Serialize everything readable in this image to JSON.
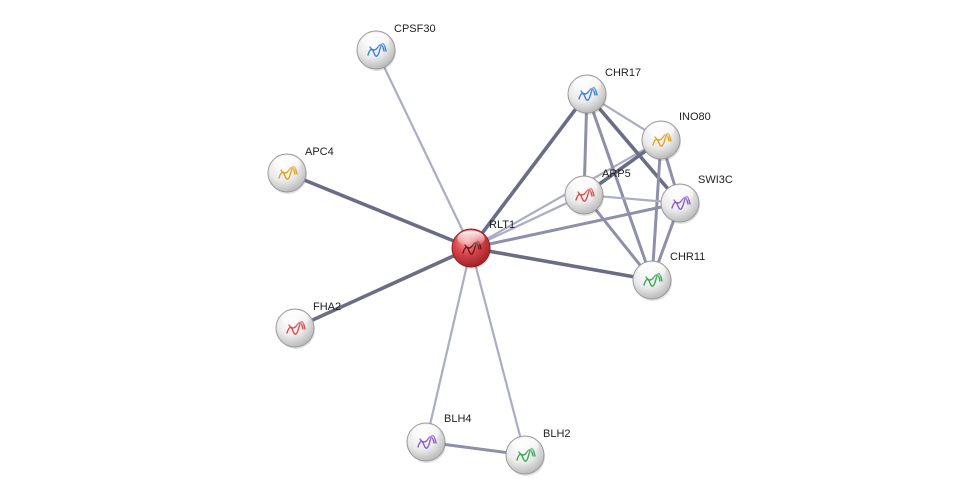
{
  "diagram": {
    "type": "protein-interaction-network",
    "nodes": [
      {
        "id": "RLT1",
        "label": "RLT1",
        "role": "query",
        "color": "#d9444a"
      },
      {
        "id": "CPSF30",
        "label": "CPSF30",
        "role": "partner",
        "color": "#f0f0f0"
      },
      {
        "id": "APC4",
        "label": "APC4",
        "role": "partner",
        "color": "#f0f0f0"
      },
      {
        "id": "FHA2",
        "label": "FHA2",
        "role": "partner",
        "color": "#f0f0f0"
      },
      {
        "id": "BLH4",
        "label": "BLH4",
        "role": "partner",
        "color": "#f0f0f0"
      },
      {
        "id": "BLH2",
        "label": "BLH2",
        "role": "partner",
        "color": "#f0f0f0"
      },
      {
        "id": "CHR17",
        "label": "CHR17",
        "role": "partner",
        "color": "#f0f0f0"
      },
      {
        "id": "INO80",
        "label": "INO80",
        "role": "partner",
        "color": "#f0f0f0"
      },
      {
        "id": "ARP5",
        "label": "ARP5",
        "role": "partner",
        "color": "#f0f0f0"
      },
      {
        "id": "SWI3C",
        "label": "SWI3C",
        "role": "partner",
        "color": "#f0f0f0"
      },
      {
        "id": "CHR11",
        "label": "CHR11",
        "role": "partner",
        "color": "#f0f0f0"
      }
    ],
    "edges": [
      {
        "source": "RLT1",
        "target": "CPSF30",
        "strength": "weak"
      },
      {
        "source": "RLT1",
        "target": "APC4",
        "strength": "strong"
      },
      {
        "source": "RLT1",
        "target": "FHA2",
        "strength": "strong"
      },
      {
        "source": "RLT1",
        "target": "BLH4",
        "strength": "weak"
      },
      {
        "source": "RLT1",
        "target": "BLH2",
        "strength": "weak"
      },
      {
        "source": "RLT1",
        "target": "CHR17",
        "strength": "strong"
      },
      {
        "source": "RLT1",
        "target": "ARP5",
        "strength": "weak"
      },
      {
        "source": "RLT1",
        "target": "INO80",
        "strength": "weak"
      },
      {
        "source": "RLT1",
        "target": "SWI3C",
        "strength": "medium"
      },
      {
        "source": "RLT1",
        "target": "CHR11",
        "strength": "strong"
      },
      {
        "source": "BLH4",
        "target": "BLH2",
        "strength": "medium"
      },
      {
        "source": "CHR17",
        "target": "INO80",
        "strength": "weak"
      },
      {
        "source": "CHR17",
        "target": "ARP5",
        "strength": "medium"
      },
      {
        "source": "CHR17",
        "target": "SWI3C",
        "strength": "strong"
      },
      {
        "source": "CHR17",
        "target": "CHR11",
        "strength": "medium"
      },
      {
        "source": "INO80",
        "target": "ARP5",
        "strength": "strong"
      },
      {
        "source": "INO80",
        "target": "SWI3C",
        "strength": "medium"
      },
      {
        "source": "INO80",
        "target": "CHR11",
        "strength": "medium"
      },
      {
        "source": "ARP5",
        "target": "SWI3C",
        "strength": "weak"
      },
      {
        "source": "ARP5",
        "target": "CHR11",
        "strength": "medium"
      },
      {
        "source": "SWI3C",
        "target": "CHR11",
        "strength": "medium"
      }
    ],
    "edge_colors": {
      "weak": "#aaadc3",
      "medium": "#8d90a8",
      "strong": "#6a6d84"
    }
  }
}
